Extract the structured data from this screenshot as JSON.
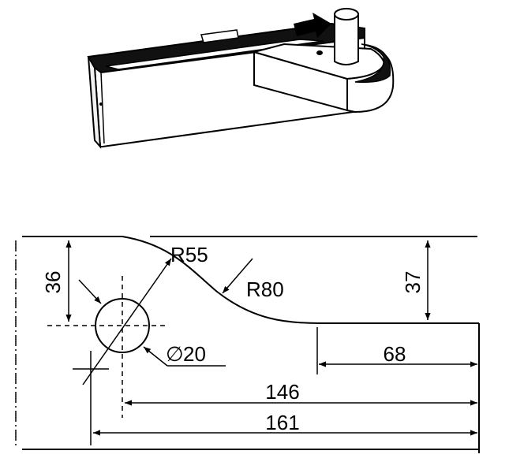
{
  "dimensions": {
    "hole_depth": "36",
    "total_depth": "37",
    "radius_small": "R55",
    "radius_large": "R80",
    "hole_diameter": "20",
    "flat_length": "68",
    "center_to_end": "146",
    "overall_length": "161"
  },
  "symbols": {
    "diameter": "∅"
  }
}
